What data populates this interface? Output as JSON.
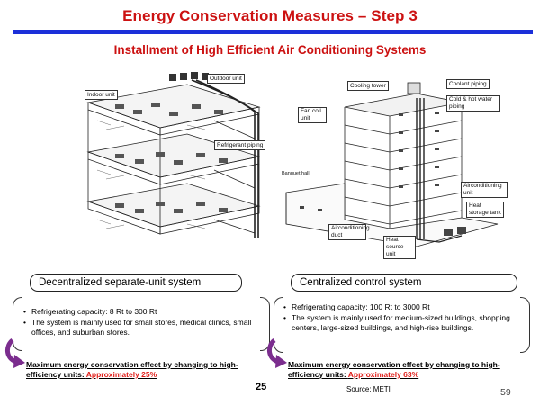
{
  "title": "Energy Conservation Measures – Step 3",
  "subtitle": "Installment of High Efficient Air Conditioning Systems",
  "left": {
    "labels": {
      "indoor_unit": "Indoor unit",
      "outdoor_unit": "Outdoor unit",
      "refrigerant_piping": "Refrigerant piping"
    },
    "system_name": "Decentralized separate-unit system",
    "bullets": [
      "Refrigerating capacity: 8 Rt to 300 Rt",
      "The system is mainly used for small stores, medical clinics, small offices, and suburban stores."
    ],
    "effect_text": "Maximum energy conservation effect by changing to high-efficiency units: ",
    "effect_value": "Approximately 25%"
  },
  "right": {
    "labels": {
      "cooling_tower": "Cooling tower",
      "coolant_piping": "Coolant piping",
      "cold_hot_water_piping": "Cold & hot water piping",
      "fan_coil_unit": "Fan coil unit",
      "banquet_hall": "Banquet hall",
      "airconditioning_unit": "Airconditioning unit",
      "heat_storage_tank": "Heat storage tank",
      "airconditioning_duct": "Airconditioning duct",
      "heat_source_unit": "Heat source unit"
    },
    "system_name": "Centralized control system",
    "bullets": [
      "Refrigerating capacity: 100 Rt to 3000 Rt",
      "The system is mainly used for medium-sized buildings, shopping centers, large-sized buildings, and high-rise buildings."
    ],
    "effect_text": "Maximum energy conservation effect by changing to high-efficiency units: ",
    "effect_value": "Approximately 63%"
  },
  "page_number": "25",
  "source": "Source: METI",
  "slide_number": "59",
  "colors": {
    "title_red": "#cc1111",
    "rule_blue": "#1b2fd9",
    "arrow_purple": "#7b2d8e",
    "highlight_red": "#e0201b"
  }
}
